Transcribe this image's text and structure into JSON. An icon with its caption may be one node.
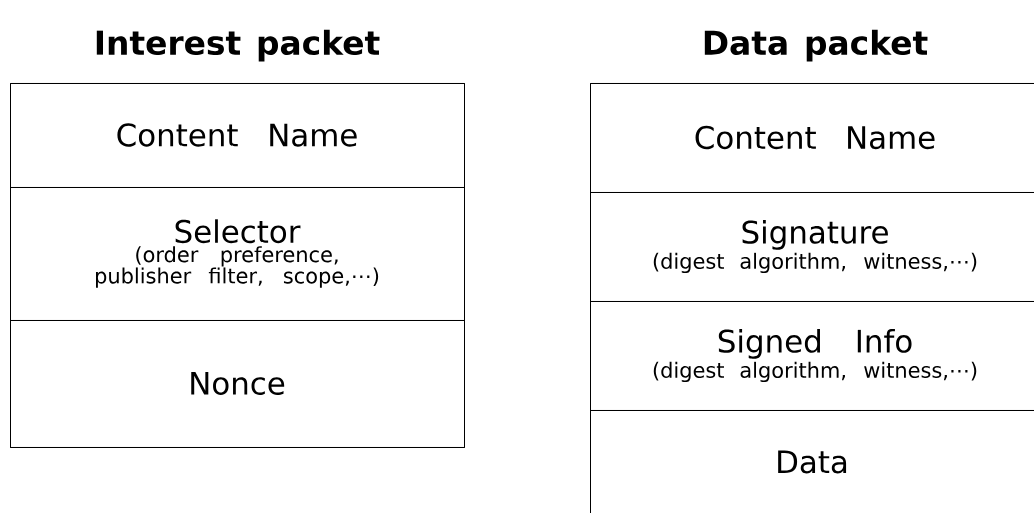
{
  "diagram": {
    "nodes": [
      {
        "text": [
          "Interest packet"
        ]
      },
      {
        "text": [
          "Content Name"
        ],
        "in": 0
      },
      {
        "text": [
          "Selector",
          "(order preference, publisher filter, scope,⋯)"
        ],
        "in": 0
      },
      {
        "text": [
          "Nonce"
        ],
        "in": 0
      },
      {
        "text": [
          "Data packet"
        ]
      },
      {
        "text": [
          "Content Name"
        ],
        "in": 4
      },
      {
        "text": [
          "Signature",
          "(digest algorithm, witness,⋯)"
        ],
        "in": 4
      },
      {
        "text": [
          "Signed Info",
          "(digest algorithm, witness,⋯)"
        ],
        "in": 4
      },
      {
        "text": [
          "Data"
        ],
        "in": 4
      }
    ]
  }
}
